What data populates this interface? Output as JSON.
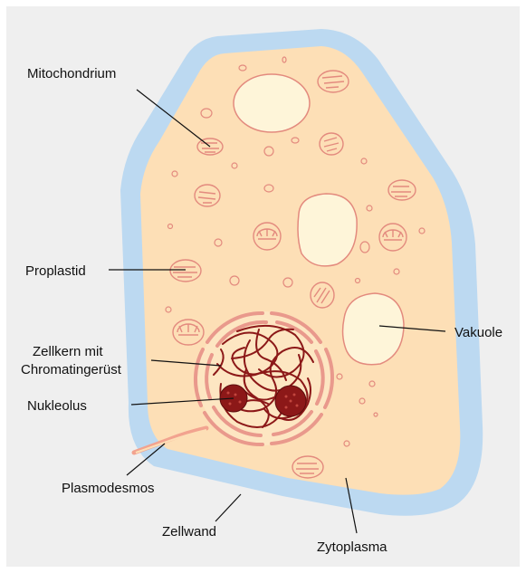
{
  "labels": {
    "mitochondrium": "Mitochondrium",
    "proplastid": "Proplastid",
    "zellkern": [
      "Zellkern mit",
      "Chromatingerüst"
    ],
    "nukleolus": "Nukleolus",
    "plasmodesmos": "Plasmodesmos",
    "zellwand": "Zellwand",
    "zytoplasma": "Zytoplasma",
    "vakuole": "Vakuole"
  },
  "colors": {
    "background": "#efefef",
    "cell_wall": "#bcd9f1",
    "cytoplasm": "#fddfb6",
    "membrane": "#e38a7e",
    "vacuole": "#fef5d9",
    "chromatin": "#8c1818",
    "nucleoplasm": "#fde6c2"
  }
}
